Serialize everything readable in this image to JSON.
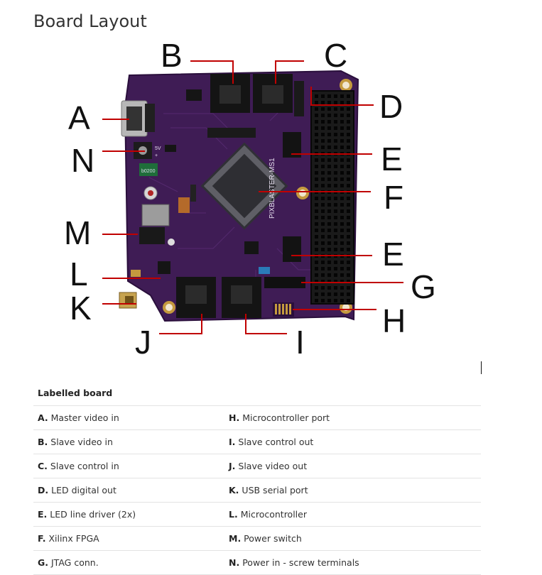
{
  "title": "Board Layout",
  "board": {
    "silkscreen_text": "PIXBLASTER-MS1",
    "chip_labels": {
      "v5": "5V",
      "plus": "+",
      "inductor": "b0200"
    },
    "colors": {
      "pcb": "#3f1c55",
      "pcb_dark": "#2c1040",
      "callout_line": "#c00000",
      "connector": "#141414",
      "pad_gold": "#c59a3e"
    }
  },
  "callouts": [
    "A",
    "B",
    "C",
    "D",
    "E",
    "E",
    "F",
    "G",
    "H",
    "I",
    "J",
    "K",
    "L",
    "M",
    "N"
  ],
  "legend": {
    "title": "Labelled board",
    "rows": [
      {
        "left": {
          "key": "A.",
          "text": "Master video in"
        },
        "right": {
          "key": "H.",
          "text": "Microcontroller port"
        }
      },
      {
        "left": {
          "key": "B.",
          "text": "Slave video in"
        },
        "right": {
          "key": "I.",
          "text": "Slave control out"
        }
      },
      {
        "left": {
          "key": "C.",
          "text": "Slave control in"
        },
        "right": {
          "key": "J.",
          "text": "Slave video out"
        }
      },
      {
        "left": {
          "key": "D.",
          "text": "LED digital out"
        },
        "right": {
          "key": "K.",
          "text": "USB serial port"
        }
      },
      {
        "left": {
          "key": "E.",
          "text": "LED line driver (2x)"
        },
        "right": {
          "key": "L.",
          "text": "Microcontroller"
        }
      },
      {
        "left": {
          "key": "F.",
          "text": "Xilinx FPGA"
        },
        "right": {
          "key": "M.",
          "text": "Power switch"
        }
      },
      {
        "left": {
          "key": "G.",
          "text": "JTAG conn."
        },
        "right": {
          "key": "N.",
          "text": "Power in - screw terminals"
        }
      }
    ]
  }
}
